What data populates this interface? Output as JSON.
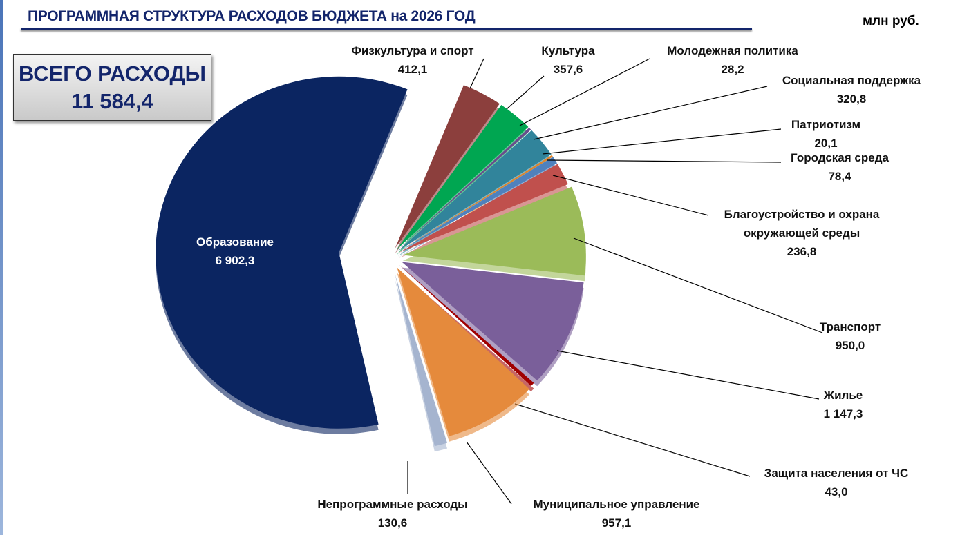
{
  "header": {
    "title": "ПРОГРАММНАЯ СТРУКТУРА РАСХОДОВ БЮДЖЕТА на 2026 ГОД",
    "unit": "млн руб."
  },
  "total_box": {
    "label": "ВСЕГО РАСХОДЫ",
    "value": "11 584,4"
  },
  "chart_data": {
    "type": "pie",
    "title": "ПРОГРАММНАЯ СТРУКТУРА РАСХОДОВ БЮДЖЕТА на 2026 ГОД",
    "unit": "млн руб.",
    "slices": [
      {
        "name": "Физкультура и спорт",
        "value": 412.1,
        "label": "412,1",
        "color": "#8c3f3d"
      },
      {
        "name": "Культура",
        "value": 357.6,
        "label": "357,6",
        "color": "#00a651"
      },
      {
        "name": "Молодежная политика",
        "value": 28.2,
        "label": "28,2",
        "color": "#6a4c8c"
      },
      {
        "name": "Социальная поддержка",
        "value": 320.8,
        "label": "320,8",
        "color": "#31849b"
      },
      {
        "name": "Патриотизм",
        "value": 20.1,
        "label": "20,1",
        "color": "#e0842a"
      },
      {
        "name": "Городская среда",
        "value": 78.4,
        "label": "78,4",
        "color": "#4f81bd"
      },
      {
        "name": "Благоустройство и охрана окружающей среды",
        "name_lines": [
          "Благоустройство и охрана",
          "окружающей среды"
        ],
        "value": 236.8,
        "label": "236,8",
        "color": "#c0504d"
      },
      {
        "name": "Транспорт",
        "value": 950.0,
        "label": "950,0",
        "color": "#9bbb59"
      },
      {
        "name": "Жилье",
        "value": 1147.3,
        "label": "1 147,3",
        "color": "#7a5f9a"
      },
      {
        "name": "Защита населения от ЧС",
        "value": 43.0,
        "label": "43,0",
        "color": "#a00000"
      },
      {
        "name": "Муниципальное управление",
        "value": 957.1,
        "label": "957,1",
        "color": "#e58a3c"
      },
      {
        "name": "Непрограммные расходы",
        "value": 130.6,
        "label": "130,6",
        "color": "#a5b4cf"
      },
      {
        "name": "Образование",
        "value": 6902.3,
        "label": "6 902,3",
        "color": "#0b2561"
      }
    ]
  }
}
